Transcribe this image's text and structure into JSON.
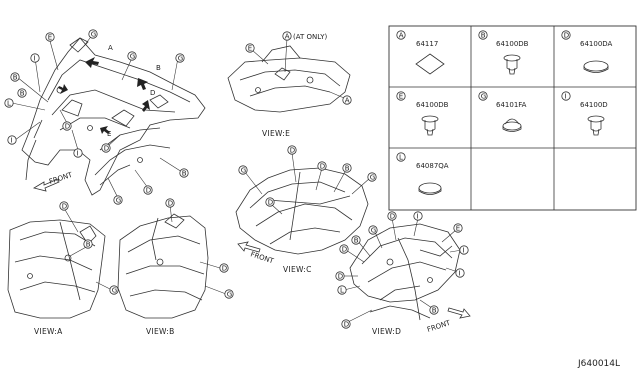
{
  "callout_letters": {
    "A": "A",
    "B": "B",
    "D": "D",
    "E": "E",
    "G": "G",
    "I": "I",
    "L": "L"
  },
  "view_markers": {
    "A": "A",
    "B": "B",
    "C": "C",
    "D": "D",
    "E": "E"
  },
  "at_only_note": "(AT ONLY)",
  "front_label": "FRONT",
  "views": {
    "A": "VIEW:A",
    "B": "VIEW:B",
    "C": "VIEW:C",
    "D": "VIEW:D",
    "E": "VIEW:E"
  },
  "parts_table": [
    {
      "letter": "A",
      "part_number": "64117",
      "shape": "diamond"
    },
    {
      "letter": "B",
      "part_number": "64100DB",
      "shape": "clip"
    },
    {
      "letter": "D",
      "part_number": "64100DA",
      "shape": "round-plug"
    },
    {
      "letter": "E",
      "part_number": "64100DB",
      "shape": "clip"
    },
    {
      "letter": "G",
      "part_number": "64101FA",
      "shape": "cap-plug"
    },
    {
      "letter": "I",
      "part_number": "64100D",
      "shape": "clip"
    },
    {
      "letter": "L",
      "part_number": "64087QA",
      "shape": "flat-plug"
    }
  ],
  "diagram_ref": "J640014L"
}
